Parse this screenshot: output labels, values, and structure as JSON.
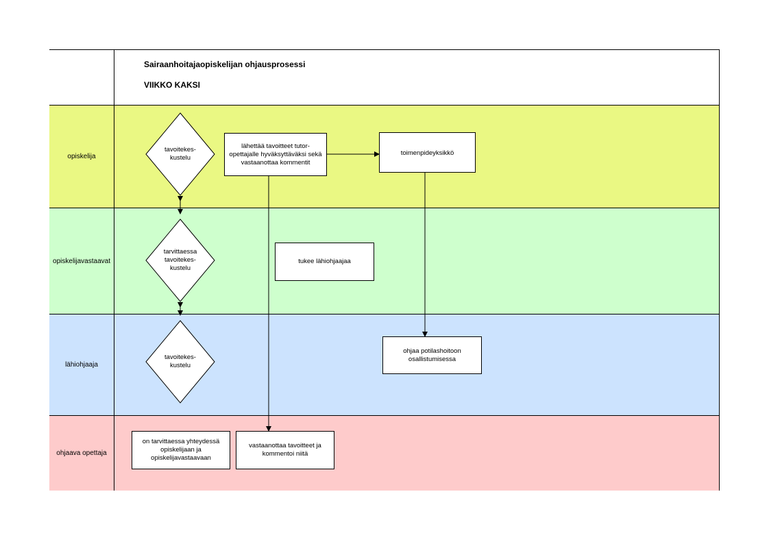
{
  "header": {
    "title": "Sairaanhoitajaopiskelijan ohjausprosessi",
    "subtitle": "VIIKKO KAKSI"
  },
  "lanes": [
    {
      "label": "opiskelija",
      "color": "#eaf883"
    },
    {
      "label": "opiskelijavastaavat",
      "color": "#ceffcd"
    },
    {
      "label": "lähiohjaaja",
      "color": "#cce3fe"
    },
    {
      "label": "ohjaava opettaja",
      "color": "#fecbcb"
    }
  ],
  "diamonds": [
    {
      "lines": [
        "tavoitekes-",
        "kustelu"
      ]
    },
    {
      "lines": [
        "tarvittaessa",
        "tavoitekes-",
        "kustelu"
      ]
    },
    {
      "lines": [
        "tavoitekes-",
        "kustelu"
      ]
    }
  ],
  "boxes": {
    "send_goals": [
      "lähettää tavoitteet tutor-",
      "opettajalle hyväksyttäväksi sekä",
      "vastaanottaa kommentit"
    ],
    "unit": "toimenpideyksikkö",
    "support": "tukee lähiohjaajaa",
    "guide": [
      "ohjaa potilashoitoon",
      "osallistumisessa"
    ],
    "contact": [
      "on tarvittaessa yhteydessä",
      "opiskelijaan ja",
      "opiskelijavastaavaan"
    ],
    "receive": [
      "vastaanottaa tavoitteet ja",
      "kommentoi niitä"
    ]
  }
}
